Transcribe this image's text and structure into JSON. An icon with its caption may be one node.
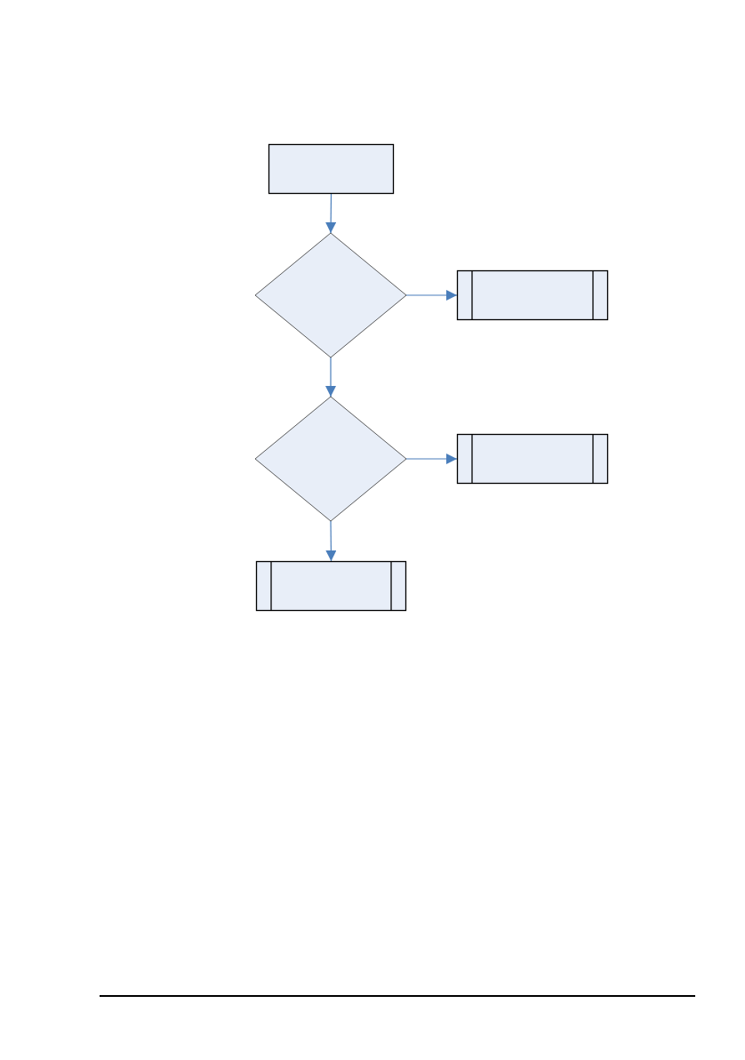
{
  "diagram": {
    "nodes": [
      {
        "text": [],
        "shape": "box"
      },
      {
        "text": [],
        "shape": "diamond"
      },
      {
        "text": [],
        "shape": "subroutine"
      },
      {
        "text": [],
        "shape": "diamond"
      },
      {
        "text": [],
        "shape": "subroutine"
      },
      {
        "text": [],
        "shape": "subroutine"
      }
    ],
    "edges": [
      {
        "from": 0,
        "to": 1,
        "arrow": "to"
      },
      {
        "from": 1,
        "to": 2,
        "arrow": "to"
      },
      {
        "from": 1,
        "to": 3,
        "arrow": "to"
      },
      {
        "from": 3,
        "to": 4,
        "arrow": "to"
      },
      {
        "from": 3,
        "to": 5,
        "arrow": "to"
      }
    ]
  }
}
